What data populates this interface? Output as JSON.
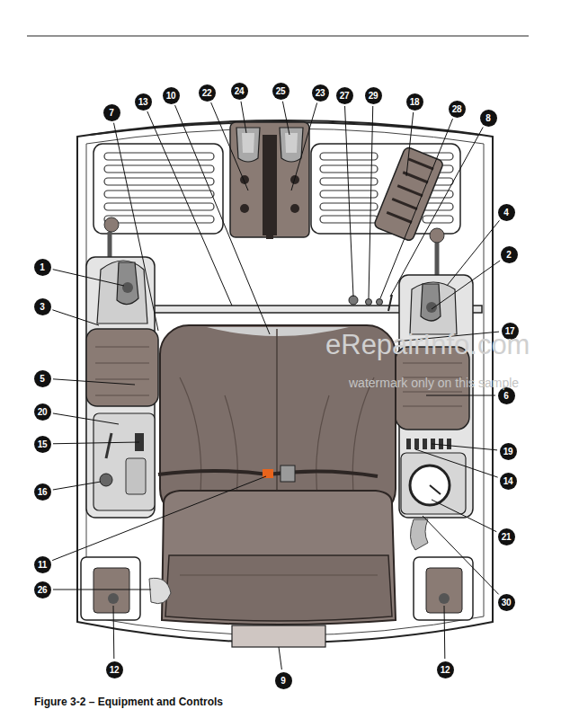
{
  "diagram": {
    "caption": "Figure 3-2 – Equipment and Controls",
    "labels": [
      "7",
      "13",
      "10",
      "22",
      "24",
      "25",
      "23",
      "27",
      "29",
      "18",
      "28",
      "8",
      "1",
      "4",
      "2",
      "3",
      "17",
      "5",
      "6",
      "20",
      "19",
      "15",
      "14",
      "16",
      "21",
      "11",
      "26",
      "30",
      "12",
      "9",
      "12",
      "eRepairInfo.com",
      "watermark only on this sample"
    ]
  }
}
